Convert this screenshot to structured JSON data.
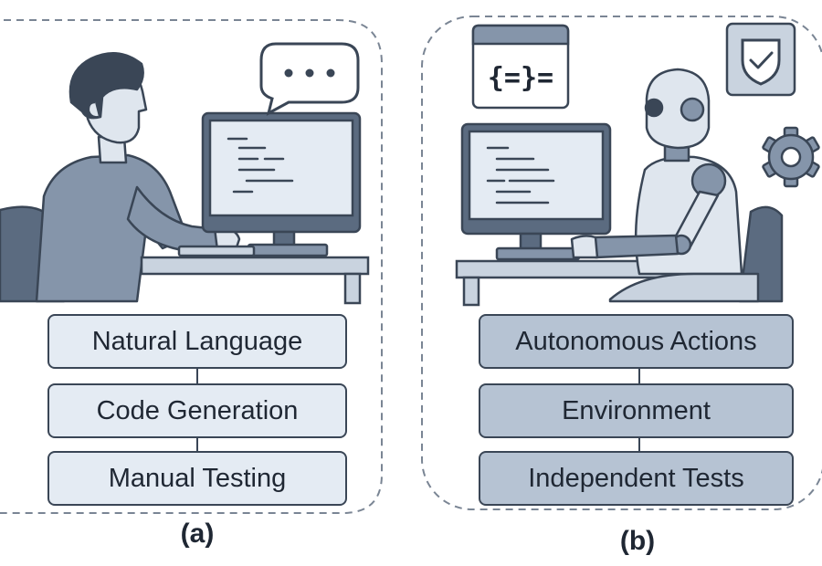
{
  "panel_a": {
    "steps": [
      "Natural Language",
      "Code Generation",
      "Manual Testing"
    ],
    "caption": "(a)",
    "speech_icon": "speech-bubble-ellipsis-icon"
  },
  "panel_b": {
    "steps": [
      "Autonomous Actions",
      "Environment",
      "Independent Tests"
    ],
    "caption": "(b)",
    "code_window_text": "{=}=",
    "icons": [
      "code-window-icon",
      "shield-check-icon",
      "gear-icon"
    ]
  },
  "colors": {
    "outline": "#3a4656",
    "panel_a_fill": "#e4ebf3",
    "panel_b_fill": "#b6c3d3",
    "accent_dark": "#5b6b80",
    "accent_mid": "#8595aa"
  }
}
